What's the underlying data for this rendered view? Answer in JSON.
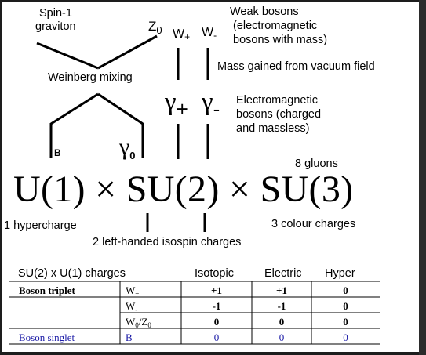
{
  "diagram": {
    "spin_label": "Spin-1\ngraviton",
    "spin_line1": "Spin-1",
    "spin_line2": "graviton",
    "z0": "Z",
    "z0_sub": "0",
    "w_plus": "W",
    "w_plus_sub": "+",
    "w_minus": "W",
    "w_minus_sub": "-",
    "weak_line1": "Weak bosons",
    "weak_line2": "(electromagnetic",
    "weak_line3": "bosons with mass)",
    "mass_label": "Mass gained from vacuum field",
    "weinberg": "Weinberg mixing",
    "gamma_plus": "γ",
    "gamma_plus_sub": "+",
    "gamma_minus": "γ",
    "gamma_minus_sub": "-",
    "em_line1": "Electromagnetic",
    "em_line2": "bosons (charged",
    "em_line3": "and massless)",
    "b_label": "B",
    "gamma0": "γ",
    "gamma0_sub": "0",
    "gluons": "8 gluons",
    "group_expr": "U(1) × SU(2) × SU(3)",
    "hypercharge": "1 hypercharge",
    "colour": "3 colour charges",
    "isospin": "2 left-handed isospin charges"
  },
  "table": {
    "title": "SU(2) x U(1) charges",
    "headers": [
      "Isotopic",
      "Electric",
      "Hyper"
    ],
    "rows": [
      {
        "group": "Boson triplet",
        "boson": "W",
        "boson_sub": "+",
        "isotopic": "+1",
        "electric": "+1",
        "hyper": "0"
      },
      {
        "group": "",
        "boson": "W",
        "boson_sub": "-",
        "isotopic": "-1",
        "electric": "-1",
        "hyper": "0"
      },
      {
        "group": "",
        "boson": "W",
        "boson_sub": "0",
        "boson_extra": "/Z",
        "boson_extra_sub": "0",
        "isotopic": "0",
        "electric": "0",
        "hyper": "0"
      },
      {
        "group": "Boson singlet",
        "boson": "B",
        "boson_sub": "",
        "isotopic": "0",
        "electric": "0",
        "hyper": "0"
      }
    ]
  },
  "colors": {
    "singlet": "#1a1aa6",
    "frame": "#1d1d1d"
  }
}
